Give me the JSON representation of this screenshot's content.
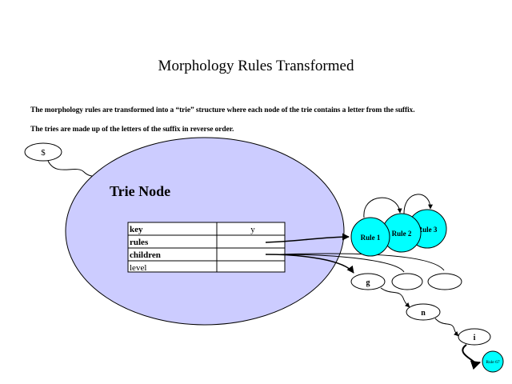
{
  "title": "Morphology Rules Transformed",
  "intro": {
    "line1": "The morphology rules are transformed into a “trie” structure where each node of the trie contains a letter from the suffix.",
    "line2": "The tries are made up of the letters of the suffix in reverse order."
  },
  "root": {
    "label": "$"
  },
  "trie_node": {
    "title": "Trie Node",
    "table": [
      {
        "field": "key",
        "value": "y"
      },
      {
        "field": "rules",
        "value": ""
      },
      {
        "field": "children",
        "value": ""
      },
      {
        "field": "level",
        "value": ""
      }
    ]
  },
  "rules": [
    "Rule 1",
    "Rule 2",
    "Rule 3"
  ],
  "children": [
    "g",
    "",
    ""
  ],
  "chain": [
    "n",
    "i"
  ],
  "final_rule": "Rule 67",
  "colors": {
    "node_fill": "#ccccff",
    "rule_fill": "#00ffff",
    "line": "#000000",
    "background": "#ffffff"
  }
}
